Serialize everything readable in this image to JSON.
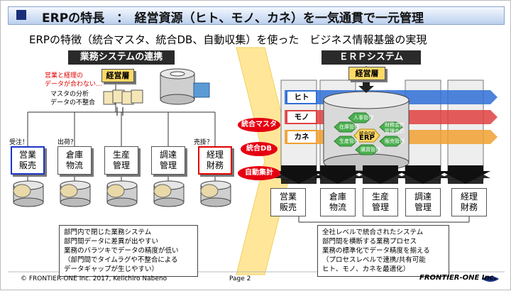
{
  "title": "ERPの特長　：　経営資源（ヒト、モノ、カネ）を一気通貫で一元管理",
  "subtitle": "ERPの特徴（統合マスタ、統合DB、自動収集）を使った　ビジネス情報基盤の実現",
  "left": {
    "heading": "業務システムの連携",
    "manager": "経営層",
    "problem_line1": "営業と経理の",
    "problem_line2": "データが合わない…",
    "issue_line1": "マスタの分析",
    "issue_line2": "データの不整合",
    "q_order": "受注！",
    "q_ship": "出荷？",
    "q_sales": "売掛？",
    "depts": [
      "営業\n販売",
      "倉庫\n物流",
      "生産\n管理",
      "調達\n管理",
      "経理\n財務"
    ],
    "notes": [
      "部門内で閉じた業務システム",
      "部門間データに差異が出やすい",
      "業務のバラツキでデータの精度が低い",
      "（部門間でタイムラグや不整合による",
      "データギャップが生じやすい）"
    ]
  },
  "middle": {
    "features": [
      "統合マスタ",
      "統合DB",
      "自動集計"
    ]
  },
  "right": {
    "heading": "ＥＲＰシステム",
    "manager": "経営層",
    "resources": [
      "ヒト",
      "モノ",
      "カネ"
    ],
    "modules": [
      "人事管理",
      "在庫管理",
      "財務会計",
      "管理会計",
      "生産管理",
      "統合DB",
      "販売管理",
      "購買管理"
    ],
    "core": "ERP",
    "depts": [
      "営業\n販売",
      "倉庫\n物流",
      "生産\n管理",
      "調達\n管理",
      "経理\n財務"
    ],
    "notes": [
      "全社レベルで統合されたシステム",
      "部門間を横断する業務プロセス",
      "業務の標準化でデータ精度を揃える",
      "（プロセスレベルで連携/共有可能",
      "ヒト、モノ、カネを最適化）"
    ]
  },
  "footer": {
    "copyright": "© FRONTIER-ONE Inc. 2017,  Keiichiro  Nabeno",
    "page": "Page 2",
    "logo": "FRONTIER-ONE Inc."
  },
  "colors": {
    "title_square": "#1a2f7a",
    "manager_fill": "#ffd966",
    "feature_oval": "#e60012",
    "arrow_yellow": "#ffe699",
    "hito": "#2f6fd6",
    "mono": "#e04040",
    "kane": "#f0a030",
    "module_green": "#4caf50"
  }
}
